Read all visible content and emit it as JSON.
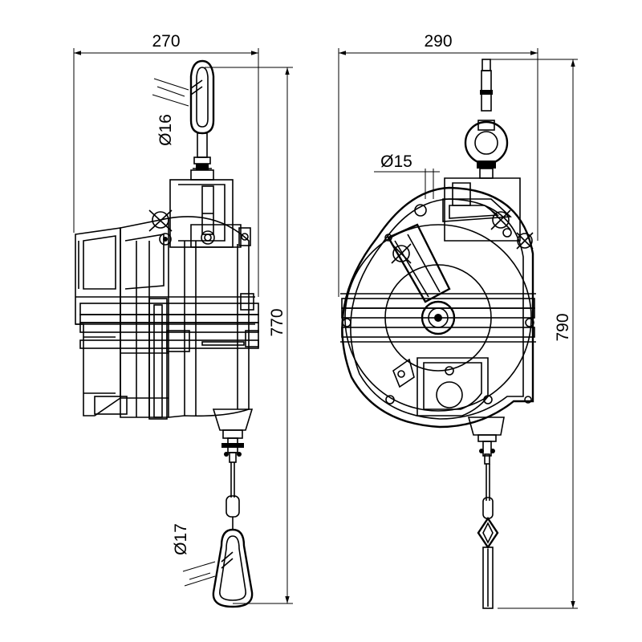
{
  "dimensions": {
    "left_view": {
      "overall_width": "270",
      "overall_height": "770",
      "top_hook_diameter": "Ø16",
      "bottom_hook_diameter": "Ø17"
    },
    "right_view": {
      "overall_width": "290",
      "overall_height": "790",
      "suspension_diameter": "Ø15"
    }
  },
  "colors": {
    "line": "#000000",
    "background": "#ffffff"
  }
}
